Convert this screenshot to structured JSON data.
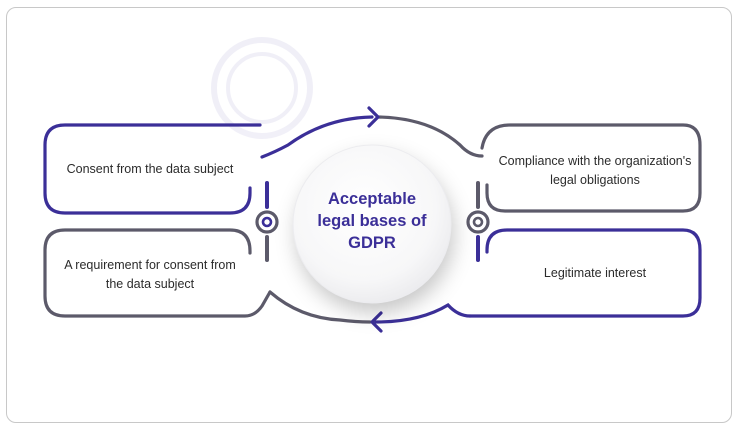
{
  "center": {
    "title": "Acceptable legal bases of GDPR"
  },
  "boxes": {
    "top_left": "Consent from the data subject",
    "bottom_left": "A requirement for consent from the data subject",
    "top_right": "Compliance with the organization's legal obligations",
    "bottom_right": "Legitimate interest"
  },
  "colors": {
    "accent": "#3b2f98",
    "outline_gray": "#5c5a6a",
    "frame": "#c8c8c8",
    "text": "#2b2b2b"
  }
}
